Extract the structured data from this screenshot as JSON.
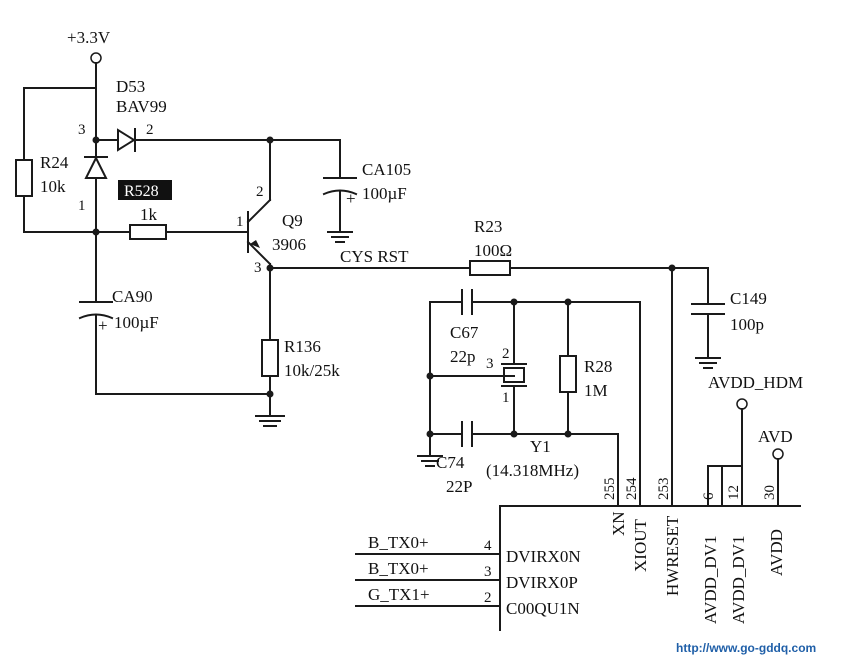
{
  "power": {
    "vcc": "+3.3V",
    "avdd_hdm": "AVDD_HDM",
    "avd": "AVD"
  },
  "d53": {
    "ref": "D53",
    "part": "BAV99",
    "pin3": "3",
    "pin2": "2",
    "pin1": "1"
  },
  "r24": {
    "ref": "R24",
    "value": "10k"
  },
  "r528": {
    "ref": "R528",
    "value": "1k"
  },
  "q9": {
    "ref": "Q9",
    "part": "3906",
    "pin1": "1",
    "pin2": "2",
    "pin3": "3"
  },
  "ca105": {
    "ref": "CA105",
    "value": "100µF"
  },
  "ca90": {
    "ref": "CA90",
    "value": "100µF"
  },
  "r136": {
    "ref": "R136",
    "value": "10k/25k"
  },
  "cys_rst": "CYS RST",
  "r23": {
    "ref": "R23",
    "value": "100Ω"
  },
  "c149": {
    "ref": "C149",
    "value": "100p"
  },
  "c67": {
    "ref": "C67",
    "value": "22p"
  },
  "c74": {
    "ref": "C74",
    "value": "22P"
  },
  "y1": {
    "ref": "Y1",
    "freq": "(14.318MHz)",
    "pin1": "1",
    "pin2": "2",
    "pin3": "3"
  },
  "r28": {
    "ref": "R28",
    "value": "1M"
  },
  "cap_polarity": "+",
  "ic": {
    "pins_top": [
      {
        "num": "255",
        "name": "XN"
      },
      {
        "num": "254",
        "name": "XIOUT"
      },
      {
        "num": "253",
        "name": "HWRESET"
      },
      {
        "num": "6",
        "name": "AVDD_DV1"
      },
      {
        "num": "12",
        "name": "AVDD_DV1"
      },
      {
        "num": "30",
        "name": "AVDD"
      }
    ],
    "pins_left": [
      {
        "net": "B_TX0+",
        "num": "4",
        "name": "DVIRX0N"
      },
      {
        "net": "B_TX0+",
        "num": "3",
        "name": "DVIRX0P"
      },
      {
        "net": "G_TX1+",
        "num": "2",
        "name": "C00QU1N"
      }
    ]
  },
  "watermark": "http://www.go-gddq.com"
}
